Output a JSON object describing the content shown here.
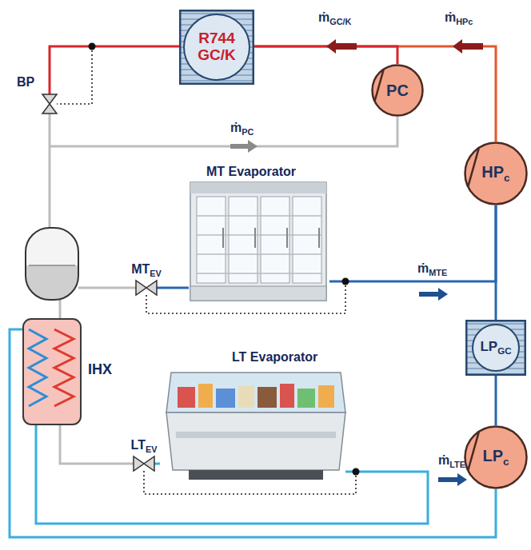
{
  "diagram": {
    "nodes": [
      {
        "text": [
          "R744 GC/K"
        ]
      },
      {
        "text": [
          "PC"
        ]
      },
      {
        "text": [
          "BP"
        ]
      },
      {
        "text": [
          "HPc"
        ]
      },
      {
        "text": [
          "MT Evaporator"
        ]
      },
      {
        "text": [
          "MTEV"
        ]
      },
      {
        "text": [
          "IHX"
        ]
      },
      {
        "text": [
          "LPGC"
        ]
      },
      {
        "text": [
          "LT Evaporator"
        ]
      },
      {
        "text": [
          "LTEV"
        ]
      },
      {
        "text": [
          "LPc"
        ]
      }
    ],
    "edges": [
      {
        "from": 3,
        "to": 0,
        "arrow": "none",
        "label": "ṁHPc"
      },
      {
        "from": 1,
        "to": 0,
        "arrow": "none",
        "label": "ṁGC/K"
      },
      {
        "from": 0,
        "to": 2,
        "arrow": "none"
      },
      {
        "from": 4,
        "to": 3,
        "arrow": "none",
        "label": "ṁMTE"
      },
      {
        "from": 10,
        "to": 7,
        "arrow": "none"
      },
      {
        "from": 7,
        "to": 3,
        "arrow": "none"
      },
      {
        "from": 6,
        "to": 9,
        "arrow": "none"
      },
      {
        "from": 9,
        "to": 8,
        "arrow": "none"
      },
      {
        "from": 8,
        "to": 6,
        "arrow": "none",
        "label": "ṁLTE"
      },
      {
        "from": 6,
        "to": 10,
        "arrow": "none"
      },
      {
        "from": 5,
        "to": 4,
        "arrow": "none"
      }
    ],
    "labels": [
      "ṁPC"
    ]
  }
}
